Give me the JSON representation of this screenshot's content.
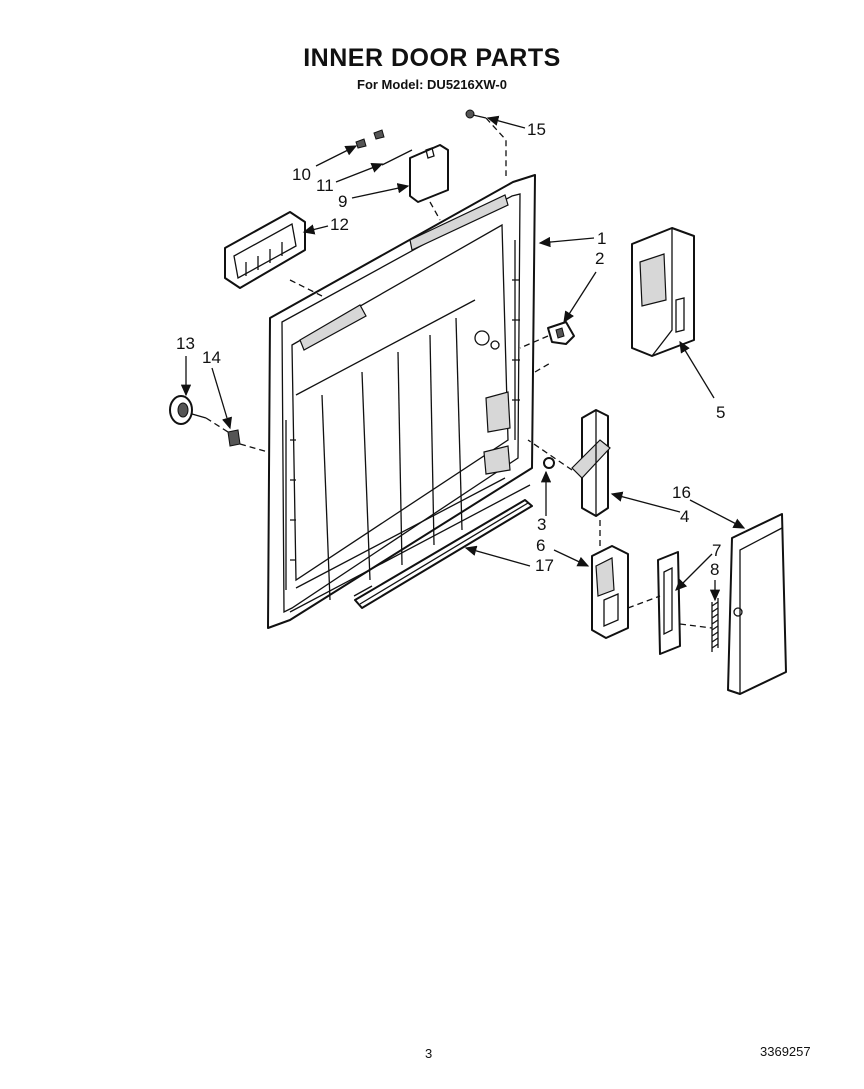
{
  "title": "INNER DOOR PARTS",
  "subtitle": "For Model: DU5216XW-0",
  "page_number": "3",
  "document_number": "3369257",
  "callouts": {
    "c1": "1",
    "c2": "2",
    "c3": "3",
    "c4": "4",
    "c5": "5",
    "c6": "6",
    "c7": "7",
    "c8": "8",
    "c9": "9",
    "c10": "10",
    "c11": "11",
    "c12": "12",
    "c13": "13",
    "c14": "14",
    "c15": "15",
    "c16": "16",
    "c17": "17"
  }
}
